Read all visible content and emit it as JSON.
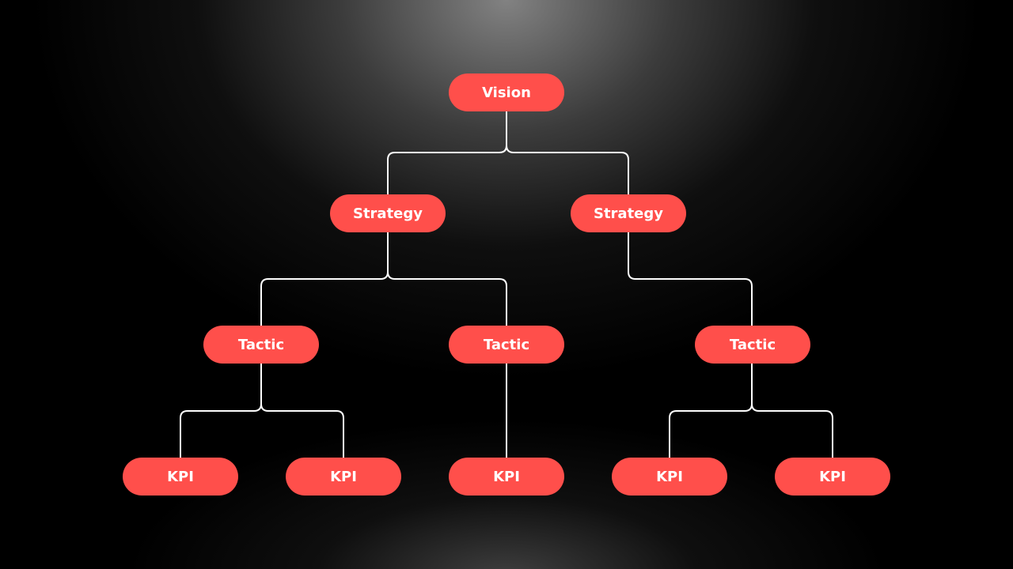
{
  "colors": {
    "node_fill": "#ff4f4b",
    "node_text": "#ffffff",
    "connector": "#ffffff",
    "background": "#000000"
  },
  "diagram": {
    "vision": "Vision",
    "strategies": [
      {
        "label": "Strategy"
      },
      {
        "label": "Strategy"
      }
    ],
    "tactics": [
      {
        "label": "Tactic"
      },
      {
        "label": "Tactic"
      },
      {
        "label": "Tactic"
      }
    ],
    "kpis": [
      {
        "label": "KPI"
      },
      {
        "label": "KPI"
      },
      {
        "label": "KPI"
      },
      {
        "label": "KPI"
      },
      {
        "label": "KPI"
      }
    ]
  }
}
